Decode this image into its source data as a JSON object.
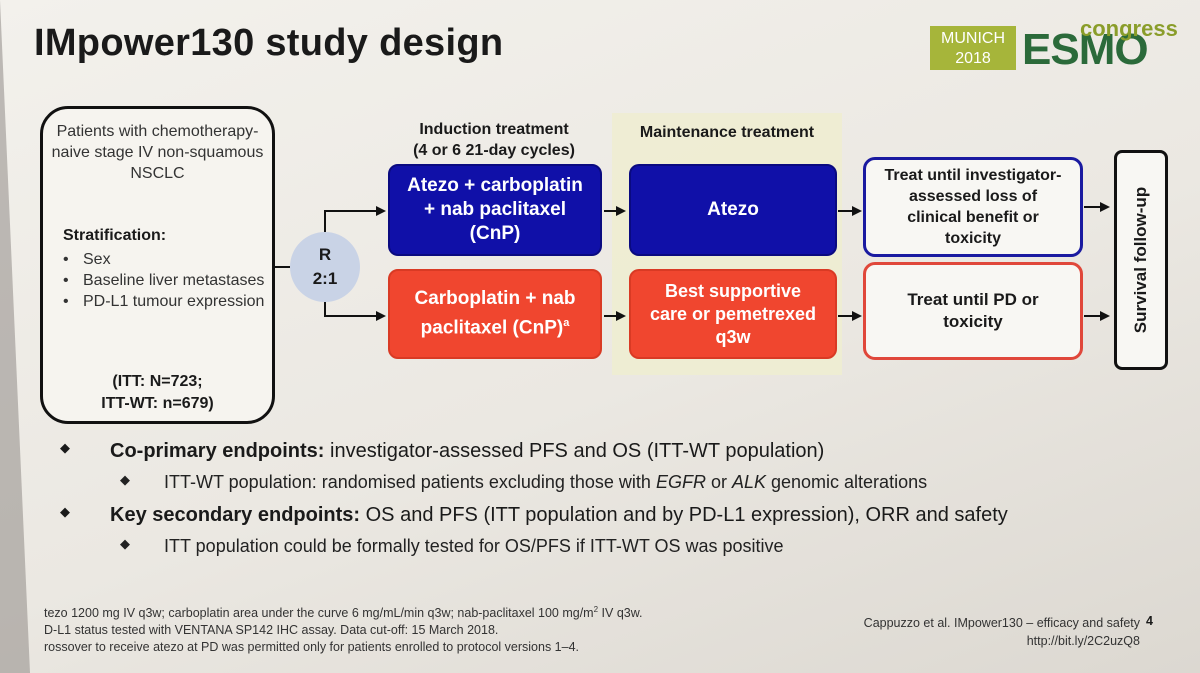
{
  "title": "IMpower130 study design",
  "logo": {
    "city": "MUNICH",
    "year": "2018",
    "brand": "ESMO",
    "word": "congress"
  },
  "patients": {
    "description": "Patients with chemotherapy-naive stage IV non-squamous NSCLC",
    "stratification_title": "Stratification:",
    "stratification_items": [
      "Sex",
      "Baseline liver metastases",
      "PD-L1 tumour expression"
    ],
    "itt_line1": "(ITT: N=723;",
    "itt_line2": "ITT-WT: n=679)"
  },
  "randomisation": {
    "label": "R",
    "ratio": "2:1"
  },
  "headers": {
    "induction_line1": "Induction treatment",
    "induction_line2": "(4 or 6 21-day cycles)",
    "maintenance": "Maintenance treatment"
  },
  "arms": {
    "atezo_induction": "Atezo + carboplatin + nab paclitaxel (CnP)",
    "atezo_maintenance": "Atezo",
    "atezo_outcome": "Treat until investigator-assessed loss of clinical benefit or toxicity",
    "control_induction": "Carboplatin + nab paclitaxel (CnP)",
    "control_induction_sup": "a",
    "control_maintenance": "Best supportive care or pemetrexed q3w",
    "control_outcome": "Treat until PD or toxicity"
  },
  "survival": "Survival follow-up",
  "bullets": {
    "coprimary_label": "Co-primary endpoints:",
    "coprimary_text": " investigator-assessed PFS and OS (ITT-WT population)",
    "ittwt_pre": "ITT-WT population: randomised patients excluding those with ",
    "ittwt_egfr": "EGFR",
    "ittwt_or": " or ",
    "ittwt_alk": "ALK",
    "ittwt_post": " genomic alterations",
    "secondary_label": "Key secondary endpoints:",
    "secondary_text": " OS and PFS (ITT population and by PD-L1 expression), ORR and safety",
    "itt_test": "ITT population could be formally tested for OS/PFS if ITT-WT OS was positive"
  },
  "footnotes": {
    "line1_pre": "tezo 1200 mg IV q3w; carboplatin area under the curve 6 mg/mL/min q3w; nab-paclitaxel 100 mg/m",
    "line1_sup": "2",
    "line1_post": " IV q3w.",
    "line2": "D-L1 status tested with VENTANA SP142 IHC assay. Data cut-off: 15 March 2018.",
    "line3": "rossover to receive atezo at PD was permitted only for patients enrolled to protocol versions 1–4."
  },
  "citation": {
    "line1": "Cappuzzo et al. IMpower130 – efficacy and safety",
    "line2": "http://bit.ly/2C2uzQ8"
  },
  "page_number": "4",
  "colors": {
    "atezo_arm": "#1010a8",
    "control_arm": "#f0462f",
    "randomisation": "#c9d3e6",
    "maintenance_band": "#efedd0"
  }
}
